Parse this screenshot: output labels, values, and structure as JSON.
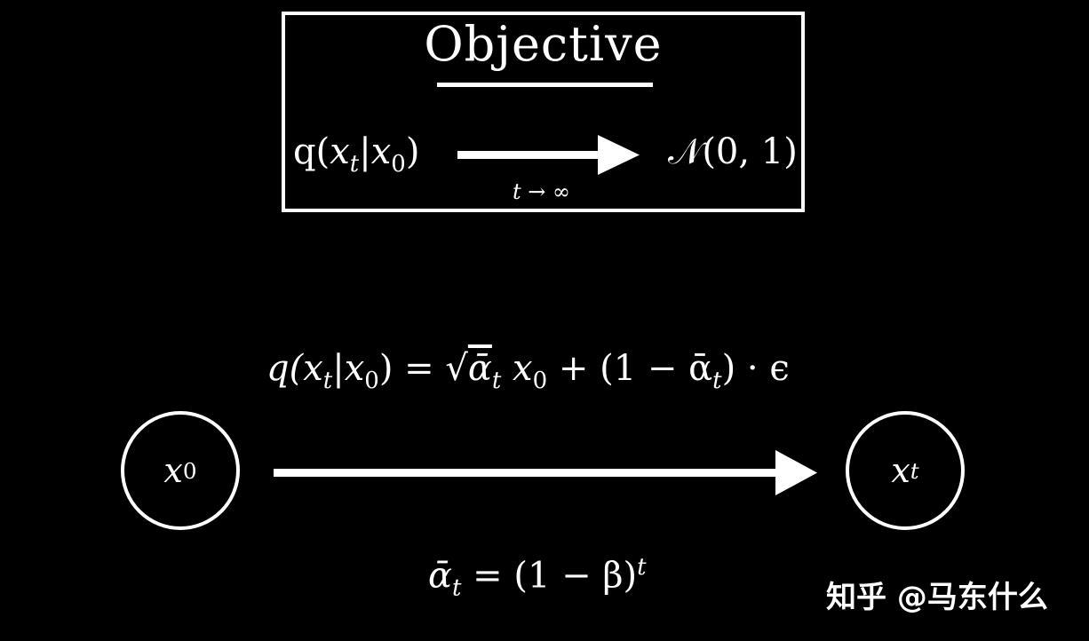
{
  "objective_box": {
    "title": "Objective",
    "lhs": {
      "q": "q(",
      "x": "x",
      "t": "t",
      "bar": "|",
      "x0": "x",
      "zero": "0",
      "close": ")"
    },
    "rhs": "𝒩(0, 1)",
    "arrow_label": "t → ∞"
  },
  "forward_equation": {
    "lhs": "q(x",
    "lhs_sub": "t",
    "lhs_mid": "|x",
    "lhs_sub0": "0",
    "lhs_close": ") = √",
    "alpha_bar": "ᾱ",
    "alpha_sub": "t",
    "x0_text": " x",
    "x0_sub": "0",
    "rest": " + (1 − ᾱ",
    "rest_sub": "t",
    "tail": ") · ϵ"
  },
  "nodes": [
    {
      "label": "x",
      "sub": "0"
    },
    {
      "label": "x",
      "sub": "t"
    }
  ],
  "alpha_equation": {
    "lhs": "ᾱ",
    "lhs_sub": "t",
    "mid": " = (1 − β)",
    "sup": "t"
  },
  "watermark": "知乎 @马东什么",
  "colors": {
    "background": "#000000",
    "foreground": "#ffffff"
  }
}
